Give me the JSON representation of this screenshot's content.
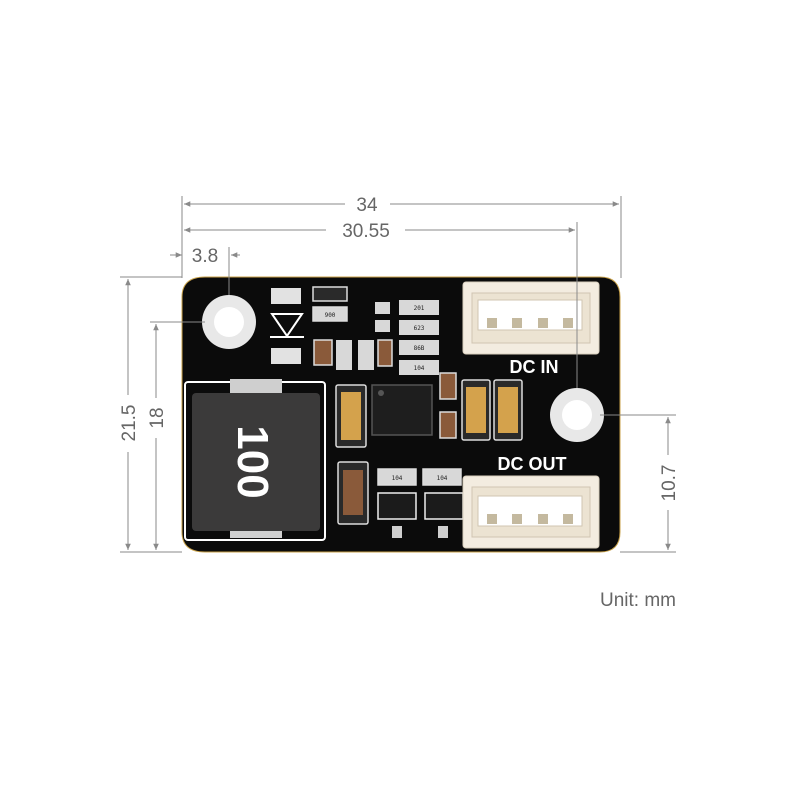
{
  "dimensions": {
    "overall_width": "34",
    "hole_to_hole_width": "30.55",
    "hole_offset": "3.8",
    "overall_height": "21.5",
    "hole_height": "18",
    "connector_height": "10.7"
  },
  "board": {
    "dc_in_label": "DC IN",
    "dc_out_label": "DC OUT",
    "inductor_marking": "100",
    "resistor_codes": [
      "201",
      "623",
      "86B",
      "104",
      "900",
      "104",
      "104"
    ]
  },
  "unit_label": "Unit: mm",
  "colors": {
    "board": "#0b0b0b",
    "connector": "#f3ece0",
    "inductor": "#3b3a3a",
    "capacitor": "#d4a24c",
    "dimension_line": "#8a8a8a",
    "text": "#666666"
  }
}
